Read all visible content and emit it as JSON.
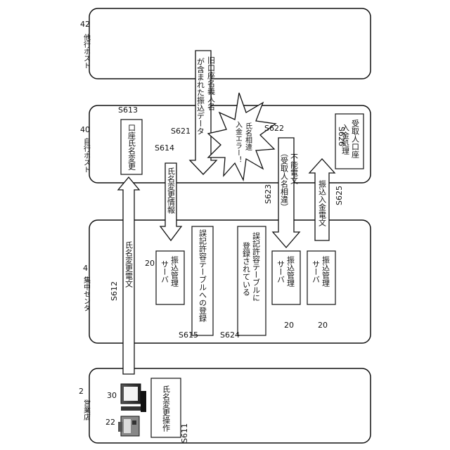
{
  "hosts": {
    "other_host": {
      "ref": "42",
      "label": "他行ホスト"
    },
    "own_host": {
      "ref": "40",
      "label": "自行ホスト"
    },
    "center": {
      "ref": "4",
      "label": "集中センタ"
    },
    "branch": {
      "ref": "2",
      "label": "営業店"
    }
  },
  "own_host_items": {
    "s613": {
      "step": "S613",
      "text": "口座氏名変更"
    },
    "s626": {
      "step": "S626",
      "lines": [
        "受取人口座",
        "入金処理"
      ]
    }
  },
  "center_items": {
    "server_a": {
      "ref": "20",
      "lines": [
        "振込管理",
        "サーバ"
      ]
    },
    "server_b": {
      "ref": "20",
      "lines": [
        "振込管理",
        "サーバ"
      ]
    },
    "server_c": {
      "ref": "20",
      "lines": [
        "振込管理",
        "サーバ"
      ]
    },
    "s615": {
      "step": "S615",
      "text": "誤記許容テーブルへの登録"
    },
    "s624": {
      "step": "S624",
      "lines": [
        "誤記許容テーブルに",
        "登録されている"
      ]
    }
  },
  "branch_items": {
    "terminal_ref": "30",
    "printer_ref": "22",
    "s611": {
      "step": "S611",
      "text": "氏名変更操作"
    }
  },
  "arrows": {
    "s612": {
      "step": "S612",
      "text": "氏名変更電文"
    },
    "s614": {
      "step": "S614",
      "text": "氏名変更情報"
    },
    "s621": {
      "step": "S621",
      "lines": [
        "旧口座名義人名",
        "が含まれた振込データ"
      ]
    },
    "s622": {
      "step": "S622",
      "lines": [
        "氏名相違",
        "入金エラー！"
      ]
    },
    "s623": {
      "step": "S623",
      "lines": [
        "不能電文",
        "（受取人名相違）"
      ]
    },
    "s625": {
      "step": "S625",
      "text": "振込入金電文"
    }
  }
}
